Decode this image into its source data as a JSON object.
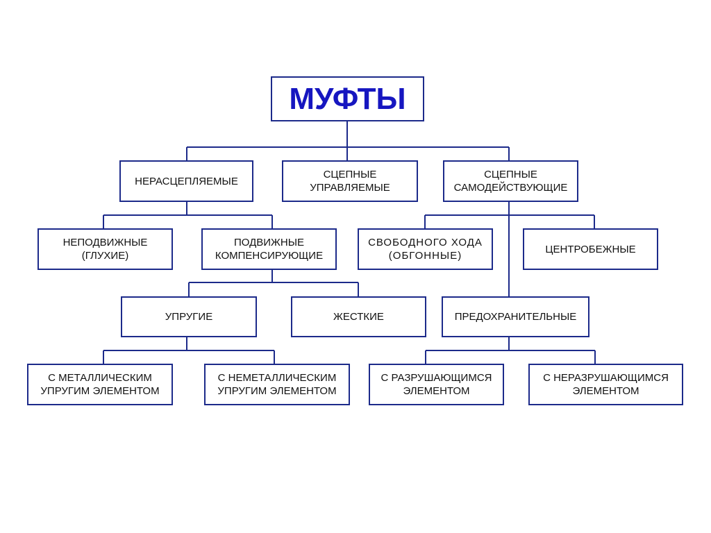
{
  "colors": {
    "border": "#1c2a8a",
    "title": "#1616c0",
    "text": "#111111",
    "background": "#ffffff"
  },
  "root": {
    "label": "МУФТЫ"
  },
  "level1": {
    "non_disengageable": "НЕРАСЦЕПЛЯЕМЫЕ",
    "controlled": [
      "СЦЕПНЫЕ",
      "УПРАВЛЯЕМЫЕ"
    ],
    "self_acting": [
      "СЦЕПНЫЕ",
      "САМОДЕЙСТВУЮЩИЕ"
    ]
  },
  "level2": {
    "fixed": [
      "НЕПОДВИЖНЫЕ",
      "(ГЛУХИЕ)"
    ],
    "movable": [
      "ПОДВИЖНЫЕ",
      "КОМПЕНСИРУЮЩИЕ"
    ],
    "freewheel": [
      "СВОБОДНОГО ХОДА",
      "(ОБГОННЫЕ)"
    ],
    "centrifugal": "ЦЕНТРОБЕЖНЫЕ"
  },
  "level3": {
    "elastic": "УПРУГИЕ",
    "rigid": "ЖЕСТКИЕ",
    "safety": "ПРЕДОХРАНИТЕЛЬНЫЕ"
  },
  "level4": {
    "metal_element": [
      "С МЕТАЛЛИЧЕСКИМ",
      "УПРУГИМ ЭЛЕМЕНТОМ"
    ],
    "nonmetal_element": [
      "С НЕМЕТАЛЛИЧЕСКИМ",
      "УПРУГИМ ЭЛЕМЕНТОМ"
    ],
    "breaking_element": [
      "С РАЗРУШАЮЩИМСЯ",
      "ЭЛЕМЕНТОМ"
    ],
    "nonbreaking_element": [
      "С НЕРАЗРУШАЮЩИМСЯ",
      "ЭЛЕМЕНТОМ"
    ]
  }
}
